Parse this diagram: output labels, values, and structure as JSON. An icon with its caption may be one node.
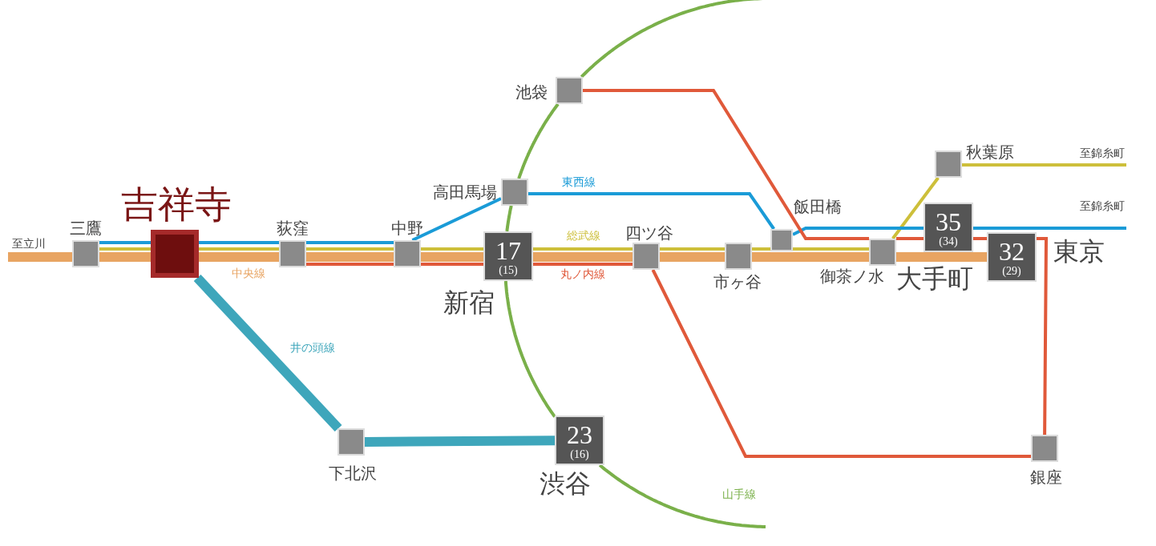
{
  "diagram": {
    "nodes": [
      {
        "text": [
          "三鷹"
        ]
      },
      {
        "text": [
          "吉祥寺"
        ]
      },
      {
        "text": [
          "荻窪"
        ]
      },
      {
        "text": [
          "中野"
        ]
      },
      {
        "text": [
          "高田馬場"
        ]
      },
      {
        "text": [
          "17",
          "(15)",
          "新宿"
        ]
      },
      {
        "text": [
          "池袋"
        ]
      },
      {
        "text": [
          "四ツ谷"
        ]
      },
      {
        "text": [
          "市ヶ谷"
        ]
      },
      {
        "text": [
          "飯田橋"
        ]
      },
      {
        "text": [
          "御茶ノ水"
        ]
      },
      {
        "text": [
          "秋葉原"
        ]
      },
      {
        "text": [
          "35",
          "(34)",
          "大手町"
        ]
      },
      {
        "text": [
          "32",
          "(29)",
          "東京"
        ]
      },
      {
        "text": [
          "下北沢"
        ]
      },
      {
        "text": [
          "23",
          "(16)",
          "渋谷"
        ]
      },
      {
        "text": [
          "銀座"
        ]
      },
      {
        "text": [
          "至錦糸町"
        ]
      },
      {
        "text": [
          "至錦糸町"
        ]
      },
      {
        "text": [
          "至立川"
        ]
      }
    ],
    "edges": [
      {
        "from": 19,
        "to": 0,
        "arrow": "none",
        "style": "thick",
        "color": "#e8a462"
      },
      {
        "from": 0,
        "to": 1,
        "arrow": "none",
        "style": "thick",
        "color": "#e8a462"
      },
      {
        "from": 1,
        "to": 2,
        "arrow": "none",
        "style": "thick",
        "color": "#e8a462",
        "label": "中央線"
      },
      {
        "from": 2,
        "to": 3,
        "arrow": "none",
        "style": "thick",
        "color": "#e8a462"
      },
      {
        "from": 3,
        "to": 5,
        "arrow": "none",
        "style": "thick",
        "color": "#e8a462"
      },
      {
        "from": 5,
        "to": 7,
        "arrow": "none",
        "style": "thick",
        "color": "#e8a462"
      },
      {
        "from": 7,
        "to": 8,
        "arrow": "none",
        "style": "thick",
        "color": "#e8a462"
      },
      {
        "from": 8,
        "to": 10,
        "arrow": "none",
        "style": "thick",
        "color": "#e8a462"
      },
      {
        "from": 10,
        "to": 13,
        "arrow": "none",
        "style": "thick",
        "color": "#e8a462"
      },
      {
        "from": 0,
        "to": 1,
        "arrow": "none",
        "color": "#cdbf3a"
      },
      {
        "from": 1,
        "to": 2,
        "arrow": "none",
        "color": "#cdbf3a"
      },
      {
        "from": 2,
        "to": 3,
        "arrow": "none",
        "color": "#cdbf3a"
      },
      {
        "from": 3,
        "to": 5,
        "arrow": "none",
        "color": "#cdbf3a"
      },
      {
        "from": 5,
        "to": 7,
        "arrow": "none",
        "color": "#cdbf3a",
        "label": "総武線"
      },
      {
        "from": 7,
        "to": 8,
        "arrow": "none",
        "color": "#cdbf3a"
      },
      {
        "from": 8,
        "to": 9,
        "arrow": "none",
        "color": "#cdbf3a"
      },
      {
        "from": 9,
        "to": 10,
        "arrow": "none",
        "color": "#cdbf3a"
      },
      {
        "from": 10,
        "to": 11,
        "arrow": "none",
        "color": "#cdbf3a"
      },
      {
        "from": 11,
        "to": 17,
        "arrow": "none",
        "color": "#cdbf3a"
      },
      {
        "from": 0,
        "to": 1,
        "arrow": "none",
        "color": "#1a9bd7"
      },
      {
        "from": 1,
        "to": 2,
        "arrow": "none",
        "color": "#1a9bd7"
      },
      {
        "from": 2,
        "to": 3,
        "arrow": "none",
        "color": "#1a9bd7"
      },
      {
        "from": 3,
        "to": 4,
        "arrow": "none",
        "color": "#1a9bd7"
      },
      {
        "from": 4,
        "to": 9,
        "arrow": "none",
        "color": "#1a9bd7",
        "label": "東西線"
      },
      {
        "from": 9,
        "to": 12,
        "arrow": "none",
        "color": "#1a9bd7"
      },
      {
        "from": 12,
        "to": 18,
        "arrow": "none",
        "color": "#1a9bd7"
      },
      {
        "from": 2,
        "to": 3,
        "arrow": "none",
        "color": "#e0593a"
      },
      {
        "from": 3,
        "to": 5,
        "arrow": "none",
        "color": "#e0593a"
      },
      {
        "from": 5,
        "to": 7,
        "arrow": "none",
        "color": "#e0593a",
        "label": "丸ノ内線"
      },
      {
        "from": 7,
        "to": 16,
        "arrow": "none",
        "color": "#e0593a"
      },
      {
        "from": 16,
        "to": 13,
        "arrow": "none",
        "color": "#e0593a"
      },
      {
        "from": 13,
        "to": 12,
        "arrow": "none",
        "color": "#e0593a"
      },
      {
        "from": 12,
        "to": 10,
        "arrow": "none",
        "color": "#e0593a"
      },
      {
        "from": 10,
        "to": 6,
        "arrow": "none",
        "color": "#e0593a"
      },
      {
        "from": null,
        "to": 6,
        "arrow": "none",
        "color": "#7ab04a"
      },
      {
        "from": 6,
        "to": 4,
        "arrow": "none",
        "color": "#7ab04a"
      },
      {
        "from": 4,
        "to": 5,
        "arrow": "none",
        "color": "#7ab04a"
      },
      {
        "from": 5,
        "to": 15,
        "arrow": "none",
        "color": "#7ab04a"
      },
      {
        "from": 15,
        "to": null,
        "arrow": "none",
        "color": "#7ab04a",
        "label": "山手線"
      },
      {
        "from": 1,
        "to": 14,
        "arrow": "none",
        "style": "thick",
        "color": "#3ea6bb",
        "label": "井の頭線"
      },
      {
        "from": 14,
        "to": 15,
        "arrow": "none",
        "style": "thick",
        "color": "#3ea6bb"
      }
    ]
  }
}
